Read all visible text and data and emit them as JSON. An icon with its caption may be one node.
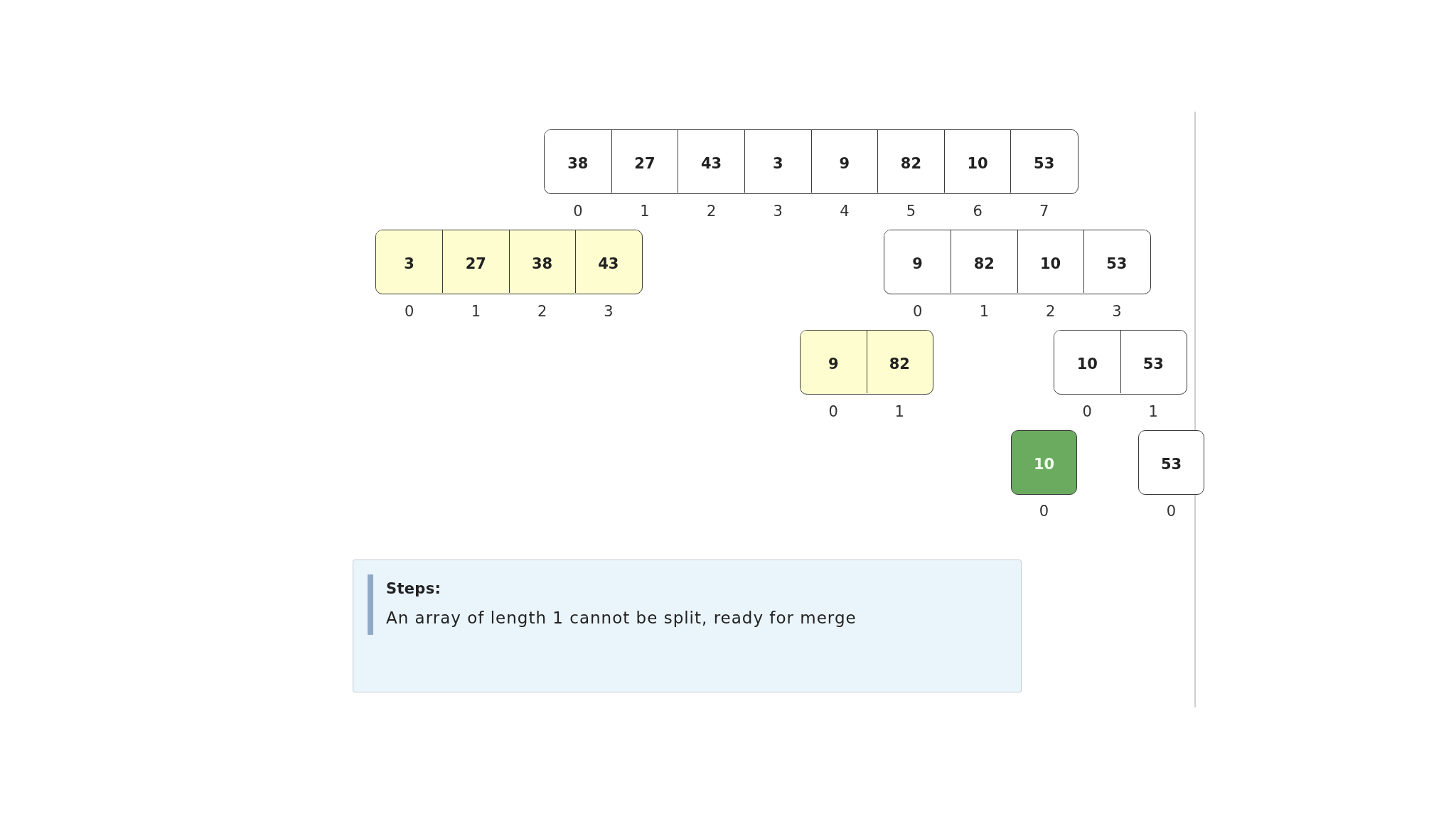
{
  "diagram": {
    "nodes": [
      {
        "text": [],
        "shape": "box"
      },
      {
        "text": [
          "38"
        ],
        "in": 0,
        "beside": [
          "0"
        ]
      },
      {
        "text": [
          "27"
        ],
        "in": 0,
        "beside": [
          "1"
        ]
      },
      {
        "text": [
          "43"
        ],
        "in": 0,
        "beside": [
          "2"
        ]
      },
      {
        "text": [
          "3"
        ],
        "in": 0,
        "beside": [
          "3"
        ]
      },
      {
        "text": [
          "9"
        ],
        "in": 0,
        "beside": [
          "4"
        ]
      },
      {
        "text": [
          "82"
        ],
        "in": 0,
        "beside": [
          "5"
        ]
      },
      {
        "text": [
          "10"
        ],
        "in": 0,
        "beside": [
          "6"
        ]
      },
      {
        "text": [
          "53"
        ],
        "in": 0,
        "beside": [
          "7"
        ]
      },
      {
        "text": [],
        "shape": "box"
      },
      {
        "text": [
          "3"
        ],
        "in": 9,
        "beside": [
          "0"
        ]
      },
      {
        "text": [
          "27"
        ],
        "in": 9,
        "beside": [
          "1"
        ]
      },
      {
        "text": [
          "38"
        ],
        "in": 9,
        "beside": [
          "2"
        ]
      },
      {
        "text": [
          "43"
        ],
        "in": 9,
        "beside": [
          "3"
        ]
      },
      {
        "text": [],
        "shape": "box"
      },
      {
        "text": [
          "9"
        ],
        "in": 14,
        "beside": [
          "0"
        ]
      },
      {
        "text": [
          "82"
        ],
        "in": 14,
        "beside": [
          "1"
        ]
      },
      {
        "text": [
          "10"
        ],
        "in": 14,
        "beside": [
          "2"
        ]
      },
      {
        "text": [
          "53"
        ],
        "in": 14,
        "beside": [
          "3"
        ]
      },
      {
        "text": [],
        "shape": "box"
      },
      {
        "text": [
          "9"
        ],
        "in": 19,
        "beside": [
          "0"
        ]
      },
      {
        "text": [
          "82"
        ],
        "in": 19,
        "beside": [
          "1"
        ]
      },
      {
        "text": [],
        "shape": "box"
      },
      {
        "text": [
          "10"
        ],
        "in": 22,
        "beside": [
          "0"
        ]
      },
      {
        "text": [
          "53"
        ],
        "in": 22,
        "beside": [
          "1"
        ]
      },
      {
        "text": [
          "10"
        ],
        "beside": [
          "0"
        ]
      },
      {
        "text": [
          "53"
        ],
        "beside": [
          "0"
        ]
      },
      {
        "text": [
          "Steps:",
          "An array of length 1 cannot be split, ready for merge"
        ]
      }
    ]
  }
}
